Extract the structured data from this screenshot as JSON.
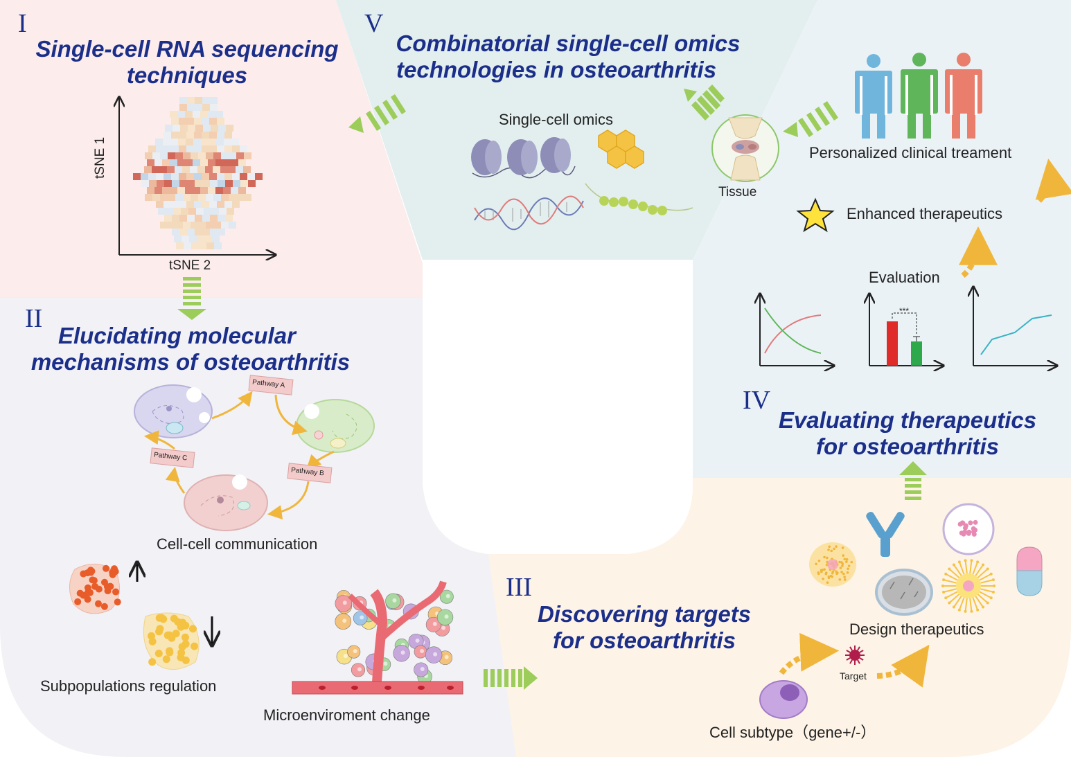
{
  "sections": {
    "s1": {
      "numeral": "I",
      "title_line1": "Single-cell RNA sequencing",
      "title_line2": "techniques",
      "axis_y": "tSNE 1",
      "axis_x": "tSNE 2"
    },
    "s2": {
      "numeral": "II",
      "title_line1": "Elucidating molecular",
      "title_line2": "mechanisms of osteoarthritis",
      "pathway_a": "Pathway A",
      "pathway_b": "Pathway B",
      "pathway_c": "Pathway C",
      "cell_comm": "Cell-cell communication",
      "subpop": "Subpopulations regulation",
      "microenv": "Microenviroment change"
    },
    "s3": {
      "numeral": "III",
      "title_line1": "Discovering targets",
      "title_line2": "for osteoarthritis",
      "design": "Design therapeutics",
      "target": "Target",
      "cell_subtype": "Cell subtype（gene+/-）"
    },
    "s4": {
      "numeral": "IV",
      "title_line1": "Evaluating therapeutics",
      "title_line2": "for osteoarthritis",
      "evaluation": "Evaluation",
      "enhanced": "Enhanced therapeutics",
      "personalized": "Personalized clinical treament",
      "significance": "***"
    },
    "s5": {
      "numeral": "V",
      "title_line1": "Combinatorial single-cell omics",
      "title_line2": "technologies in osteoarthritis",
      "omics": "Single-cell omics",
      "tissue": "Tissue"
    }
  },
  "colors": {
    "panel1_bg": "#fcecec",
    "panel2_bg": "#f1f1f6",
    "panel3_bg": "#fdf3e6",
    "panel4_bg": "#ebf2f6",
    "panel5_bg": "#e3eeee",
    "title": "#1b2f8a",
    "arrow_green": "#9ccc5a",
    "arrow_orange": "#f0b63c",
    "person_blue": "#6fb5dc",
    "person_green": "#5fb65a",
    "person_red": "#e97e6c"
  }
}
